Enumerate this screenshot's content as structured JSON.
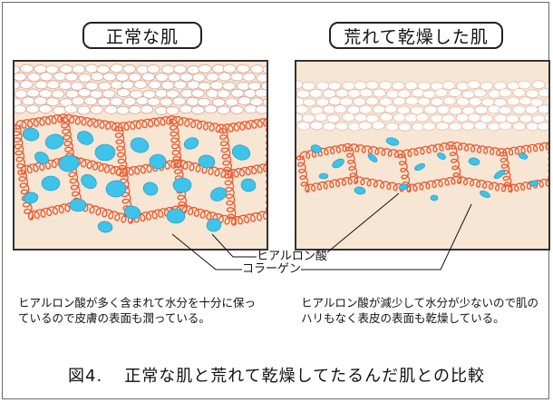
{
  "panels": [
    {
      "title": "正常な肌",
      "caption": "ヒアルロン酸が多く含まれて水分を十分に保っているので皮膚の表面も潤っている。"
    },
    {
      "title": "荒れて乾燥した肌",
      "caption": "ヒアルロン酸が減少して水分が少ないので肌のハリもなく表皮の表面も乾燥している。"
    }
  ],
  "labels": {
    "hyaluronic": "ヒアルロン酸",
    "collagen": "コラーゲン"
  },
  "figure": {
    "number": "図4.",
    "text": "正常な肌と荒れて乾燥してたるんだ肌との比較"
  },
  "colors": {
    "dermis_bg": "#f6e6d3",
    "epidermis_cell": "#ffffff",
    "collagen": "#e85a30",
    "hyaluronic": "#3ec3ea"
  }
}
